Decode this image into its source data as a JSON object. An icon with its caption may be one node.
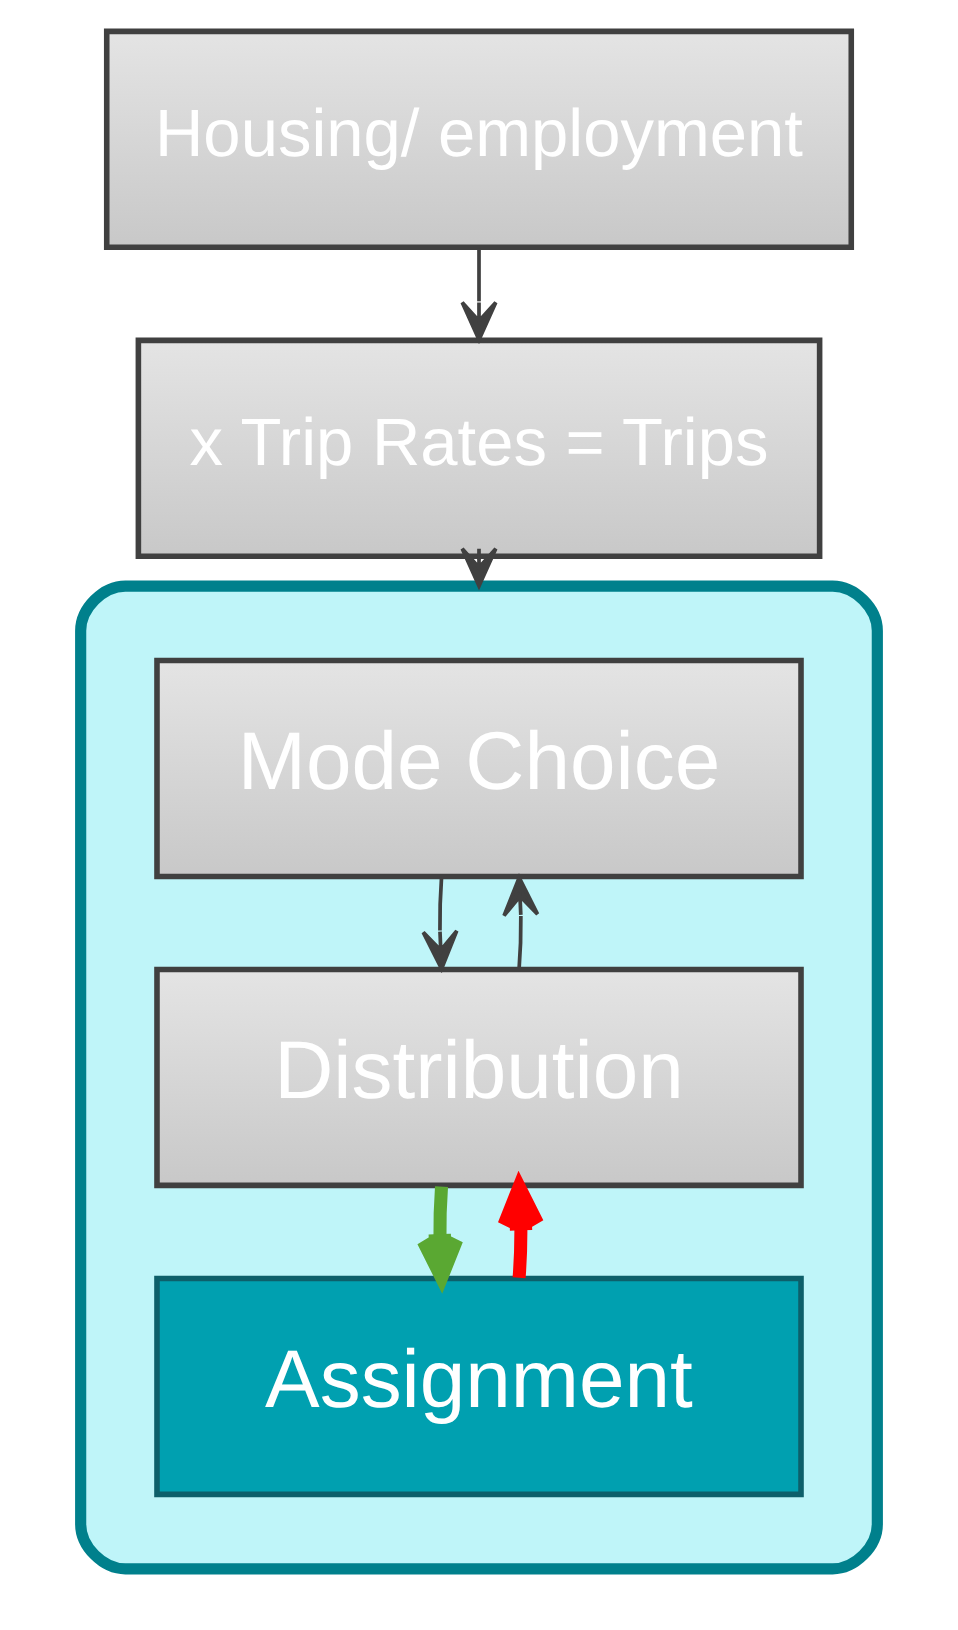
{
  "diagram": {
    "nodes": [
      {
        "text": [
          "Housing/ employment"
        ]
      },
      {
        "text": [
          "x Trip Rates = Trips"
        ]
      },
      {
        "text": [],
        "shape": "box"
      },
      {
        "text": [
          "Mode Choice"
        ],
        "in": 2
      },
      {
        "text": [
          "Distribution"
        ],
        "in": 2
      },
      {
        "text": [
          "Assignment"
        ],
        "in": 2
      }
    ],
    "edges": [
      {
        "from": 0,
        "to": 1,
        "arrow": "to"
      },
      {
        "from": 1,
        "to": 2,
        "arrow": "to"
      },
      {
        "from": 3,
        "to": 4,
        "arrow": "to"
      },
      {
        "from": 4,
        "to": 3,
        "arrow": "to"
      },
      {
        "from": 4,
        "to": 5,
        "arrow": "to",
        "style": "thick",
        "color": "#5aa832"
      },
      {
        "from": 5,
        "to": 4,
        "arrow": "to",
        "style": "thick",
        "color": "#ff0000"
      }
    ]
  }
}
